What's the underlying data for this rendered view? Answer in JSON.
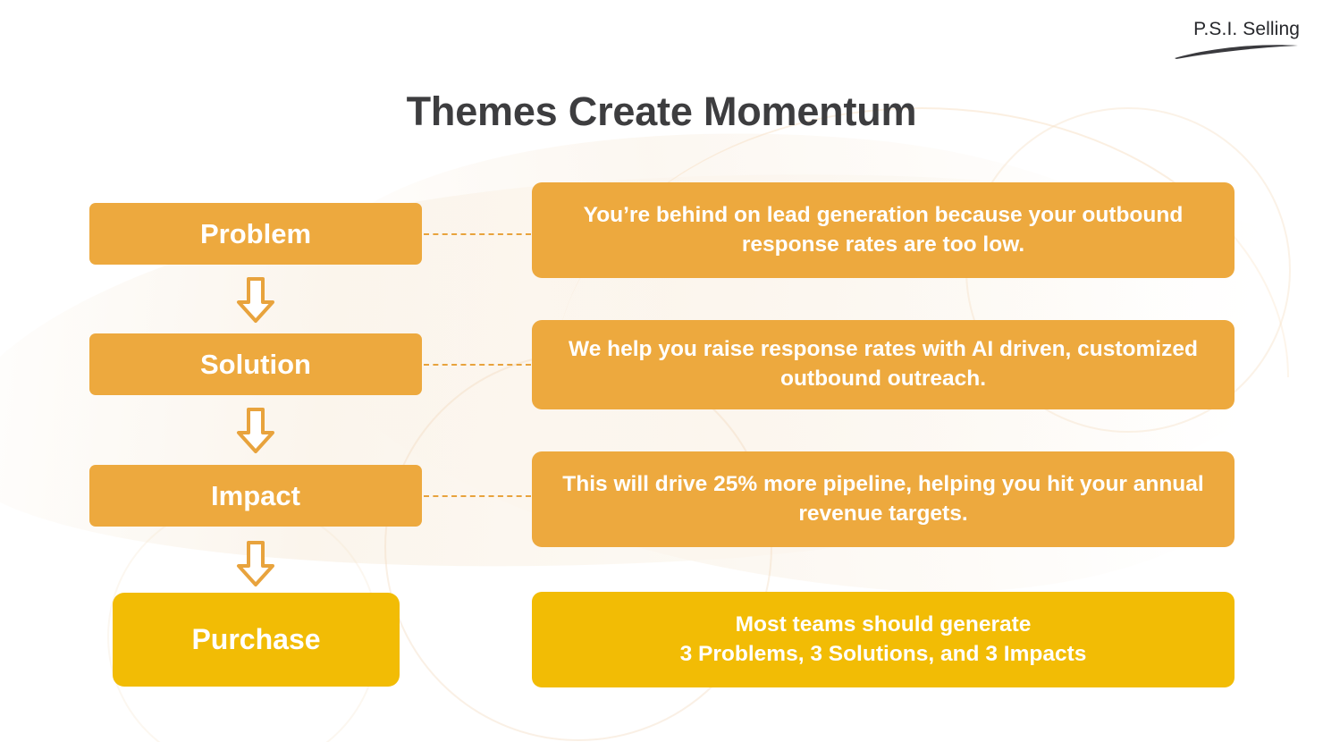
{
  "slide": {
    "title": "Themes Create Momentum",
    "background_color": "#ffffff"
  },
  "logo": {
    "text": "P.S.I. Selling",
    "swoosh_icon": "logo-swoosh-icon",
    "color": "#26272b"
  },
  "colors": {
    "accent_orange": "#eda93e",
    "accent_gold": "#f2bc05",
    "title_gray": "#3d3d3f",
    "text_white": "#ffffff",
    "connector_orange": "#e8a33d"
  },
  "flow": {
    "stages": [
      {
        "label": "Problem",
        "text": "You’re behind on lead generation because your outbound response rates are too low.",
        "label_color": "#eda93e",
        "text_color": "#eda93e",
        "connector": "dashed"
      },
      {
        "label": "Solution",
        "text": "We help you raise response rates with AI driven, customized outbound outreach.",
        "label_color": "#eda93e",
        "text_color": "#eda93e",
        "connector": "dashed"
      },
      {
        "label": "Impact",
        "text": "This will drive 25% more pipeline, helping you hit your annual revenue targets.",
        "label_color": "#eda93e",
        "text_color": "#eda93e",
        "connector": "dashed"
      },
      {
        "label": "Purchase",
        "text": "Most teams should generate\n3 Problems, 3 Solutions, and 3 Impacts",
        "label_color": "#f2bc05",
        "text_color": "#f2bc05",
        "connector": "none"
      }
    ],
    "arrows": [
      {
        "icon": "down-arrow-icon",
        "between": "Problem-Solution"
      },
      {
        "icon": "down-arrow-icon",
        "between": "Solution-Impact"
      },
      {
        "icon": "down-arrow-icon",
        "between": "Impact-Purchase"
      }
    ]
  }
}
